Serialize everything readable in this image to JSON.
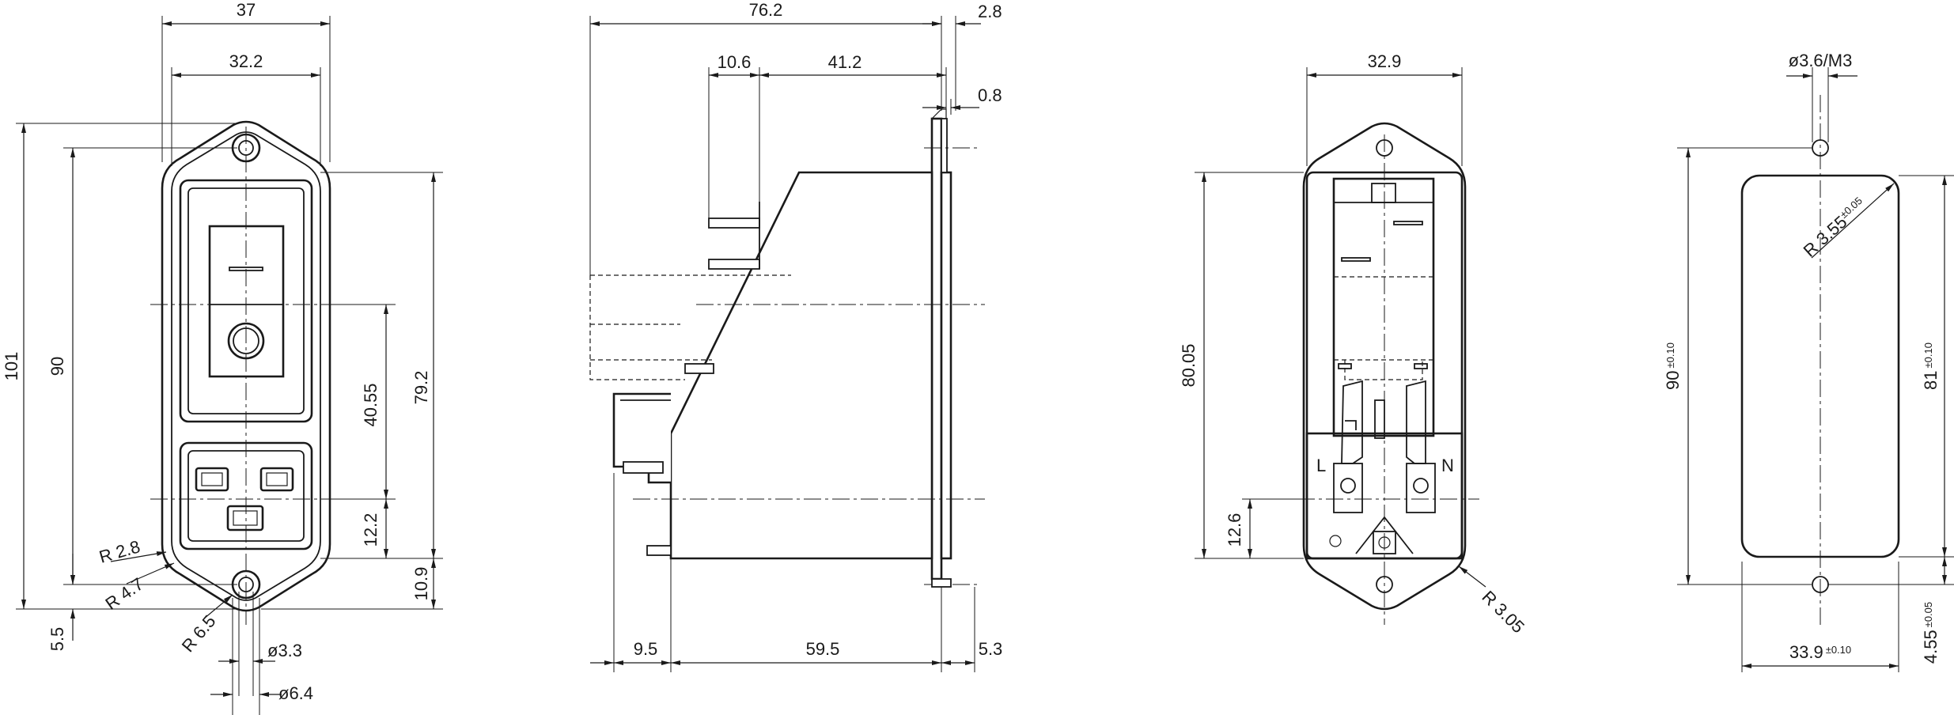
{
  "views": {
    "front": {
      "dims": {
        "width_overall": "37",
        "width_inner": "32.2",
        "height_overall": "101",
        "height_mount": "90",
        "height_body": "79.2",
        "center_offset": "40.55",
        "socket_offset": "12.2",
        "bottom_offset": "10.9",
        "bottom_gap": "5.5",
        "radius_a": "R 2.8",
        "radius_b": "R 4.7",
        "radius_c": "R 6.5",
        "hole_a": "ø3.3",
        "hole_b": "ø6.4"
      }
    },
    "side": {
      "dims": {
        "length_overall": "76.2",
        "flange": "2.8",
        "tab_a": "10.6",
        "tab_b": "41.2",
        "plate": "0.8",
        "bottom_a": "9.5",
        "bottom_b": "59.5",
        "bottom_c": "5.3"
      }
    },
    "rear": {
      "dims": {
        "width": "32.9",
        "height": "80.05",
        "offset": "12.6",
        "radius": "R 3.05"
      },
      "labels": {
        "live": "L",
        "neutral": "N"
      }
    },
    "cutout": {
      "dims": {
        "hole": "ø3.6/M3",
        "radius": "R 3.55",
        "radius_tol": "±0.05",
        "height_outer": "90",
        "height_outer_tol": "±0.10",
        "height_inner": "81",
        "height_inner_tol": "±0.10",
        "width": "33.9",
        "width_tol": "±0.10",
        "gap": "4.55",
        "gap_tol": "±0.05"
      }
    }
  }
}
